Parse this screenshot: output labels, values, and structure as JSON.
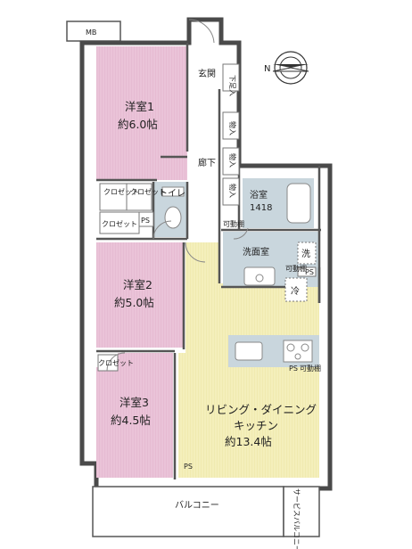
{
  "plan": {
    "mb": "MB",
    "genkan": "玄関",
    "shita_ashi": "下足入",
    "mono1": "物入",
    "mono2": "物入",
    "mono3": "物入",
    "roka": "廊下",
    "toilet": "トイレ",
    "yoshitsu1_name": "洋室1",
    "yoshitsu1_size": "約6.0帖",
    "kuro1": "クロゼット",
    "kuro2": "クロゼット",
    "kuro3": "クロゼット",
    "kuro4": "クロゼット",
    "ps1": "PS",
    "yoshitsu2_name": "洋室2",
    "yoshitsu2_size": "約5.0帖",
    "yoshitsu3_name": "洋室3",
    "yoshitsu3_size": "約4.5帖",
    "yokushitsu": "浴室",
    "yokushitsu_size": "1418",
    "kado1": "可動棚",
    "senmen": "洗面室",
    "sen": "洗",
    "rei": "冷",
    "ps2": "PS",
    "ps3": "PS",
    "kado2": "可動棚",
    "kado3": "可動棚",
    "ldk_line1": "リビング・ダイニング",
    "ldk_line2": "キッチン",
    "ldk_size": "約13.4帖",
    "ps4": "PS",
    "balcony": "バルコニー",
    "service_balcony": "サービスバルコニー",
    "compass_n": "N"
  },
  "colors": {
    "pink": "#eac3d8",
    "cream": "#f4efbb",
    "blue_gray": "#c9d6dd",
    "wall": "#555555"
  }
}
